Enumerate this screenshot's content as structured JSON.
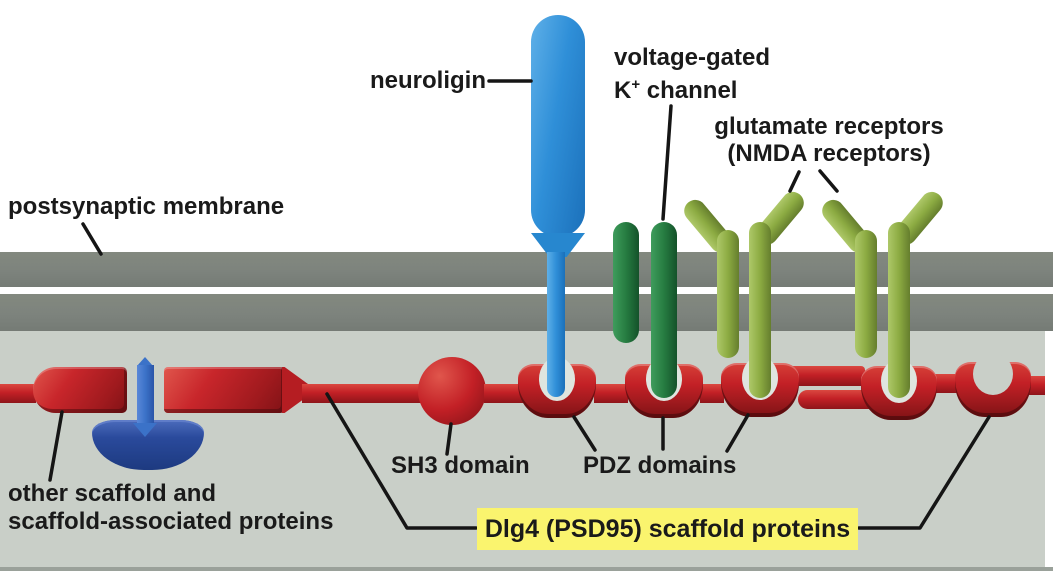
{
  "diagram": {
    "title_context": "postsynaptic scaffold proteins diagram",
    "labels": {
      "postsynaptic_membrane": "postsynaptic membrane",
      "neuroligin": "neuroligin",
      "voltage_gated_line1": "voltage-gated",
      "voltage_gated_k": "K",
      "voltage_gated_sup": "+",
      "voltage_gated_line2": " channel",
      "glutamate_line1": "glutamate receptors",
      "glutamate_line2": "(NMDA receptors)",
      "sh3_domain": "SH3 domain",
      "pdz_domains": "PDZ domains",
      "other_scaffold_line1": "other scaffold and",
      "other_scaffold_line2": "scaffold-associated proteins",
      "dlg4": "Dlg4 (PSD95) scaffold proteins"
    },
    "colors": {
      "background_top": "#ffffff",
      "membrane_gray": "#7d837d",
      "cytoplasm_gray_green": "#c9cfc8",
      "scaffold_red": "#c32026",
      "scaffold_red_dark": "#8e151a",
      "neuroligin_blue": "#2f8fd8",
      "scaffold_blob_blue": "#2a4a9c",
      "k_channel_green": "#267c41",
      "glutamate_olive": "#8cab42",
      "highlight_yellow": "#faf46e",
      "text_black": "#1a1a1a"
    }
  }
}
